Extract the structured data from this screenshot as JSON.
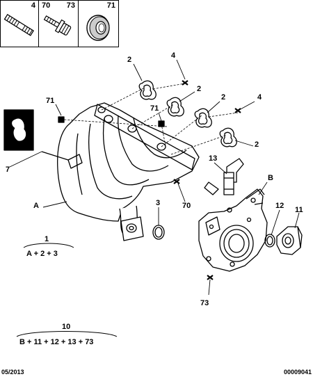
{
  "parts_boxes": [
    {
      "number": "4",
      "icon": "stud-bolt-icon"
    },
    {
      "number": "70",
      "icon": "bolt-with-washer-icon"
    },
    {
      "number": "73",
      "icon": "screw-icon"
    },
    {
      "number": "71",
      "icon": "seal-ring-icon"
    }
  ],
  "callouts": {
    "c2a": "2",
    "c4a": "4",
    "c2b": "2",
    "c2c": "2",
    "c4b": "4",
    "c2d": "2",
    "c71a": "71",
    "c71b": "71",
    "c7": "7",
    "c13": "13",
    "cB": "B",
    "cA": "A",
    "c3": "3",
    "c70": "70",
    "c12": "12",
    "c11": "11",
    "c73": "73"
  },
  "formulas": [
    {
      "number": "1",
      "parts": "A + 2 + 3"
    },
    {
      "number": "10",
      "parts": "B + 11 + 12 + 13 + 73"
    }
  ],
  "footer": {
    "date": "05/2013",
    "code": "00009041"
  }
}
